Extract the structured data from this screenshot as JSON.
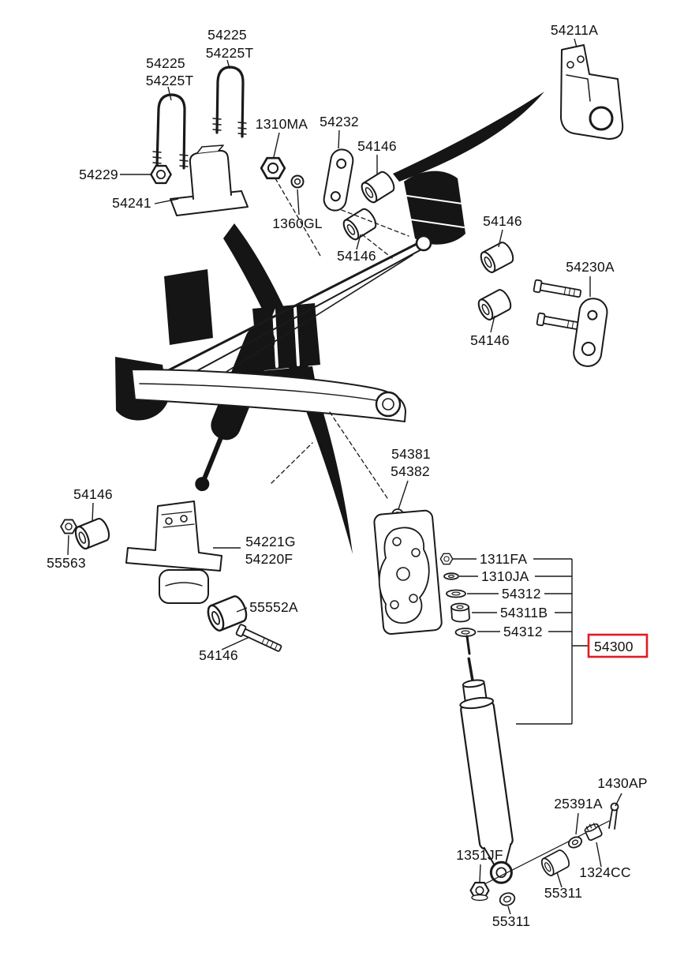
{
  "diagram": {
    "background": "#ffffff",
    "line_color": "#1a1a1a",
    "highlight_color": "#e01b22",
    "highlighted_part": "54300",
    "labels": {
      "ubolt_right_1": "54225",
      "ubolt_right_2": "54225T",
      "ubolt_left_1": "54225",
      "ubolt_left_2": "54225T",
      "nut_54229": "54229",
      "bumper_54241": "54241",
      "nut_1310ma": "1310MA",
      "plate_54232": "54232",
      "bushing_54146_a": "54146",
      "washer_1360gl": "1360GL",
      "bushing_54146_b": "54146",
      "bracket_54211a": "54211A",
      "bushing_54146_c": "54146",
      "shackle_54230a": "54230A",
      "bushing_54146_d": "54146",
      "plate_54381": "54381",
      "plate_54382": "54382",
      "bushing_54146_e": "54146",
      "nut_55563": "55563",
      "bracket_54221g": "54221G",
      "bracket_54220f": "54220F",
      "bushing_55552a": "55552A",
      "bolt_54146_f": "54146",
      "nut_1311fa": "1311FA",
      "washer_1310ja": "1310JA",
      "washer_54312_upper": "54312",
      "bushing_54311b": "54311B",
      "washer_54312_lower": "54312",
      "shock_54300": "54300",
      "pin_1430ap": "1430AP",
      "washer_25391a": "25391A",
      "nut_1351jf": "1351JF",
      "nut_1324cc": "1324CC",
      "bushing_55311_a": "55311",
      "washer_55311_b": "55311"
    }
  }
}
